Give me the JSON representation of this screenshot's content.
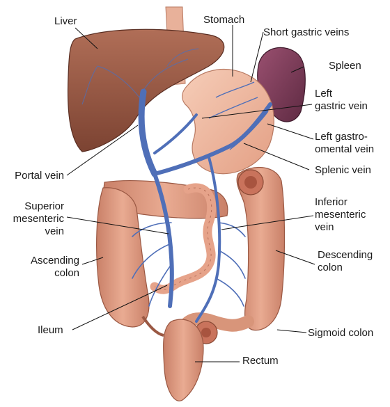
{
  "labels": {
    "liver": "Liver",
    "stomach": "Stomach",
    "short_gastric_veins": "Short gastric veins",
    "spleen": "Spleen",
    "left_gastric_vein": "Left\ngastric vein",
    "left_gastro_omental_vein": "Left gastro-\nomental vein",
    "splenic_vein": "Splenic vein",
    "portal_vein": "Portal vein",
    "superior_mesenteric_vein": "Superior\nmesenteric\nvein",
    "inferior_mesenteric_vein": "Inferior\nmesenteric\nvein",
    "ascending_colon": "Ascending\ncolon",
    "descending_colon": "Descending\ncolon",
    "ileum": "Ileum",
    "sigmoid_colon": "Sigmoid colon",
    "rectum": "Rectum"
  },
  "colors": {
    "liver": "#9a5a46",
    "liver_dark": "#6e3a2c",
    "stomach": "#f0b9a0",
    "spleen": "#7a3b56",
    "colon": "#d8957a",
    "colon_dark": "#b66c52",
    "vein": "#4f6fb8",
    "vein_dark": "#2c4a8c",
    "leader": "#111111"
  }
}
